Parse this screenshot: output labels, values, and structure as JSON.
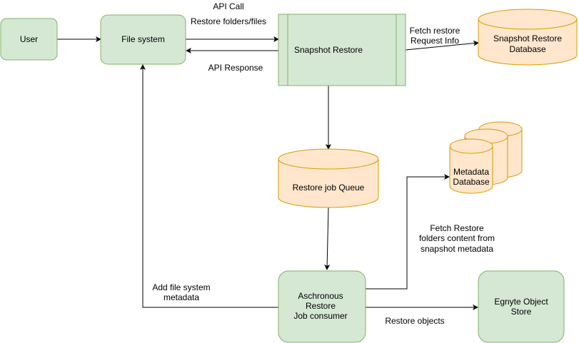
{
  "nodes": {
    "user": "User",
    "file_system": "File system",
    "snapshot_restore": "Snapshot Restore",
    "snapshot_db": [
      "Snapshot Restore",
      "Database"
    ],
    "restore_queue": "Restore job Queue",
    "metadata_db": [
      "Metadata",
      "Database"
    ],
    "job_consumer": [
      "Aschronous",
      "Restore",
      "Job consumer"
    ],
    "object_store": [
      "Egnyte Object",
      "Store"
    ]
  },
  "edges": {
    "api_call": "API Call",
    "restore_folders": "Restore folders/files",
    "api_response": "API  Response",
    "fetch_request": [
      "Fetch restore",
      "Request Info"
    ],
    "fetch_content": [
      "Fetch Restore",
      "folders content from",
      "snapshot metadata"
    ],
    "add_metadata": [
      "Add  file system",
      "metadata"
    ],
    "restore_objects": "Restore objects"
  },
  "colors": {
    "process_fill": "#d5e8d4",
    "process_stroke": "#82b366",
    "store_fill": "#ffe6cc",
    "store_stroke": "#d79b00"
  }
}
